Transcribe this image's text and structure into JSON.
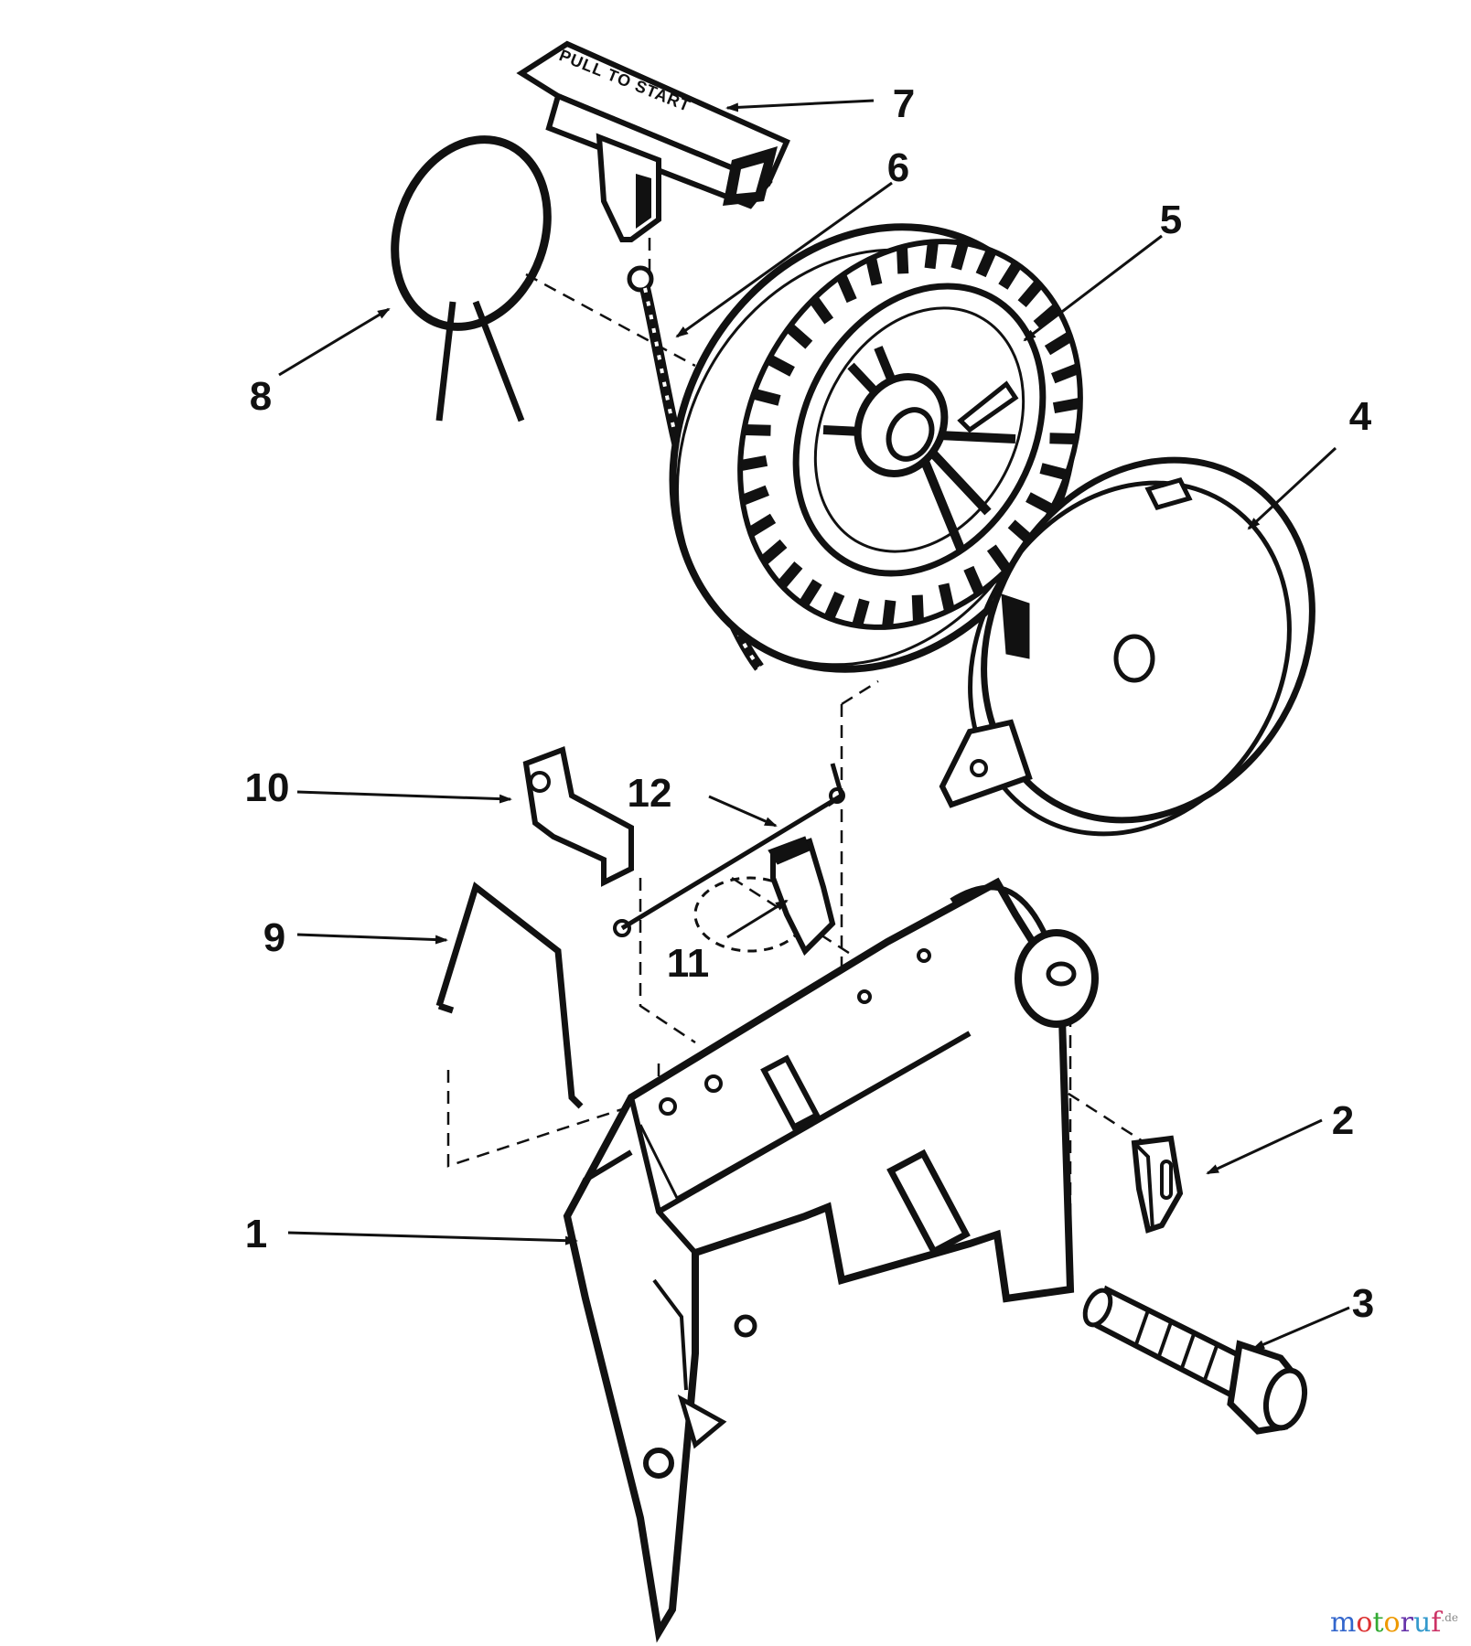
{
  "callouts": [
    {
      "id": 1,
      "label": "1"
    },
    {
      "id": 2,
      "label": "2"
    },
    {
      "id": 3,
      "label": "3"
    },
    {
      "id": 4,
      "label": "4"
    },
    {
      "id": 5,
      "label": "5"
    },
    {
      "id": 6,
      "label": "6"
    },
    {
      "id": 7,
      "label": "7"
    },
    {
      "id": 8,
      "label": "8"
    },
    {
      "id": 9,
      "label": "9"
    },
    {
      "id": 10,
      "label": "10"
    },
    {
      "id": 11,
      "label": "11"
    },
    {
      "id": 12,
      "label": "12"
    }
  ],
  "handle_text": "PULL TO START",
  "watermark": {
    "brand": "motoruf",
    "suffix": ".de",
    "colors": [
      "#3366cc",
      "#dd3333",
      "#33aa33",
      "#ee9900",
      "#6633aa",
      "#3399cc",
      "#cc3366"
    ]
  }
}
